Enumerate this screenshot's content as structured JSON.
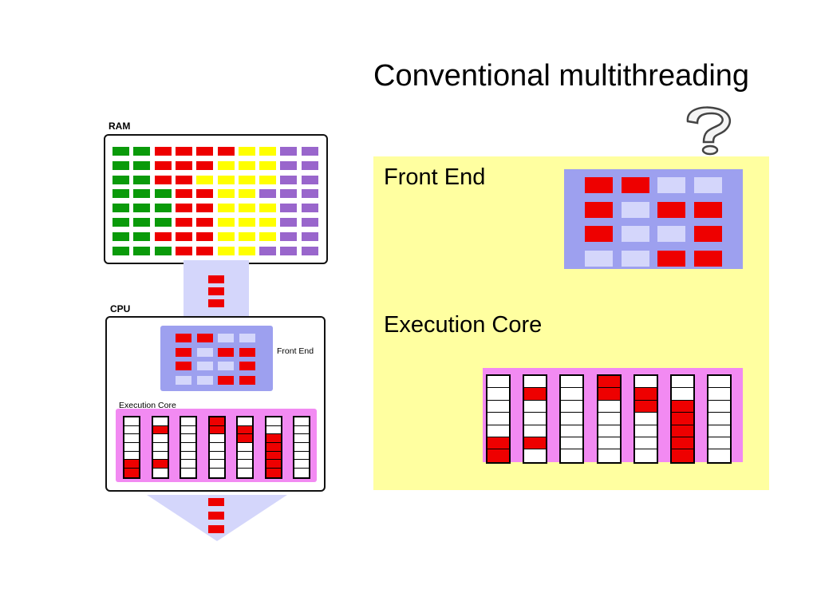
{
  "title": "Conventional multithreading",
  "ram": {
    "label": "RAM",
    "cells": [
      [
        "g",
        "g",
        "r",
        "r",
        "r",
        "r",
        "y",
        "y",
        "p",
        "p"
      ],
      [
        "g",
        "g",
        "r",
        "r",
        "r",
        "y",
        "y",
        "y",
        "p",
        "p"
      ],
      [
        "g",
        "g",
        "r",
        "r",
        "y",
        "y",
        "y",
        "y",
        "p",
        "p"
      ],
      [
        "g",
        "g",
        "g",
        "r",
        "r",
        "y",
        "y",
        "p",
        "p",
        "p"
      ],
      [
        "g",
        "g",
        "g",
        "r",
        "r",
        "y",
        "y",
        "y",
        "p",
        "p"
      ],
      [
        "g",
        "g",
        "g",
        "r",
        "r",
        "y",
        "y",
        "y",
        "p",
        "p"
      ],
      [
        "g",
        "g",
        "r",
        "r",
        "r",
        "y",
        "y",
        "y",
        "p",
        "p"
      ],
      [
        "g",
        "g",
        "g",
        "r",
        "r",
        "y",
        "y",
        "p",
        "p",
        "p"
      ]
    ]
  },
  "cpu": {
    "label": "CPU",
    "front_end_label": "Front End",
    "execution_core_label": "Execution Core"
  },
  "front_end_grid": [
    [
      "r",
      "r",
      "l",
      "l"
    ],
    [
      "r",
      "l",
      "r",
      "r"
    ],
    [
      "r",
      "l",
      "l",
      "r"
    ],
    [
      "l",
      "l",
      "r",
      "r"
    ]
  ],
  "execution_columns": [
    [
      "w",
      "w",
      "w",
      "w",
      "w",
      "r",
      "r"
    ],
    [
      "w",
      "r",
      "w",
      "w",
      "w",
      "r",
      "w"
    ],
    [
      "w",
      "w",
      "w",
      "w",
      "w",
      "w",
      "w"
    ],
    [
      "r",
      "r",
      "w",
      "w",
      "w",
      "w",
      "w"
    ],
    [
      "w",
      "r",
      "r",
      "w",
      "w",
      "w",
      "w"
    ],
    [
      "w",
      "w",
      "r",
      "r",
      "r",
      "r",
      "r"
    ],
    [
      "w",
      "w",
      "w",
      "w",
      "w",
      "w",
      "w"
    ]
  ],
  "panel": {
    "front_end_label": "Front End",
    "execution_core_label": "Execution Core"
  },
  "colors": {
    "g": "#0a9a0a",
    "r": "#ee0000",
    "y": "#ffff00",
    "p": "#9966cc",
    "l": "#d4d6fb",
    "w": "#ffffff",
    "front_end_bg": "#9da0ef",
    "execution_bg": "#f28af2",
    "panel_bg": "#ffffa0"
  }
}
